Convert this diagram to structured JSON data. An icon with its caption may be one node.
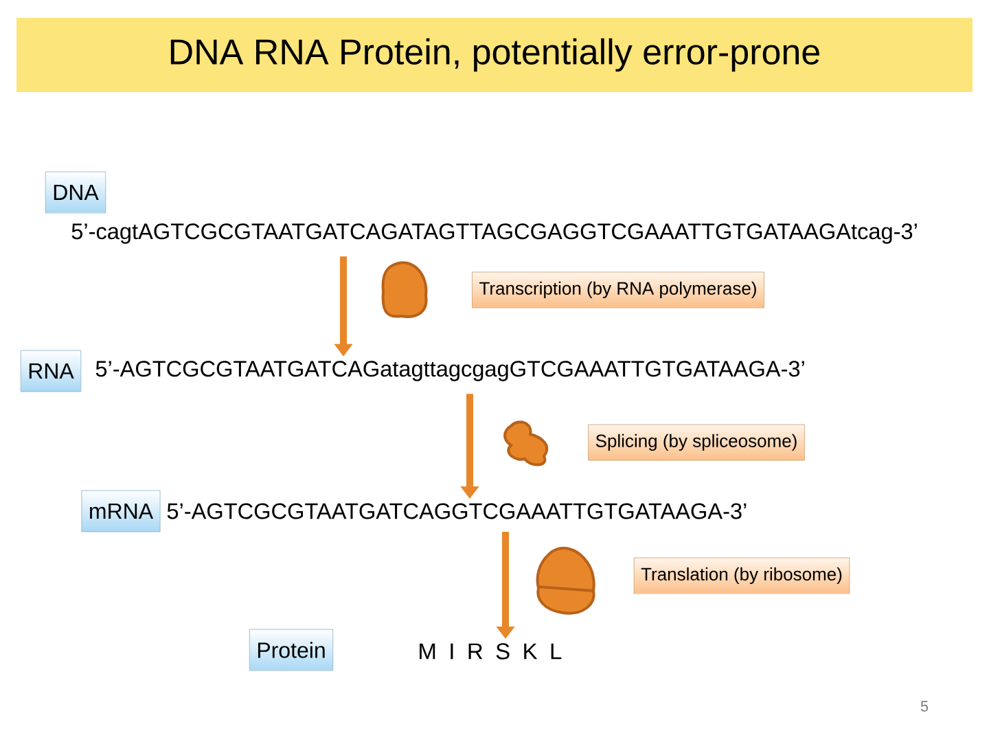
{
  "diagram": {
    "title": "DNA RNA Protein, potentially error-prone",
    "nodes": [
      {
        "text": [
          "DNA"
        ]
      },
      {
        "text": [
          "5’-cagtAGTCGCGTAATGATCAGATAGTTAGCGAGGTCGAAATTGTGATAAGAtcag-3’"
        ]
      },
      {
        "text": [
          "RNA"
        ]
      },
      {
        "text": [
          "5’-AGTCGCGTAATGATCAGatagttagcgagGTCGAAATTGTGATAAGA-3’"
        ]
      },
      {
        "text": [
          "mRNA"
        ]
      },
      {
        "text": [
          "5’-AGTCGCGTAATGATCAGGTCGAAATTGTGATAAGA-3’"
        ]
      },
      {
        "text": [
          "Protein"
        ]
      },
      {
        "text": [
          "M I R S K L"
        ]
      },
      {
        "text": [
          "Transcription (by RNA polymerase)"
        ]
      },
      {
        "text": [
          "Splicing (by spliceosome)"
        ]
      },
      {
        "text": [
          "Translation (by ribosome)"
        ]
      }
    ],
    "edges": [
      {
        "from": 1,
        "to": 3,
        "arrow": "to"
      },
      {
        "from": 3,
        "to": 5,
        "arrow": "to"
      },
      {
        "from": 5,
        "to": 7,
        "arrow": "to"
      }
    ],
    "labels": [
      "5"
    ]
  }
}
